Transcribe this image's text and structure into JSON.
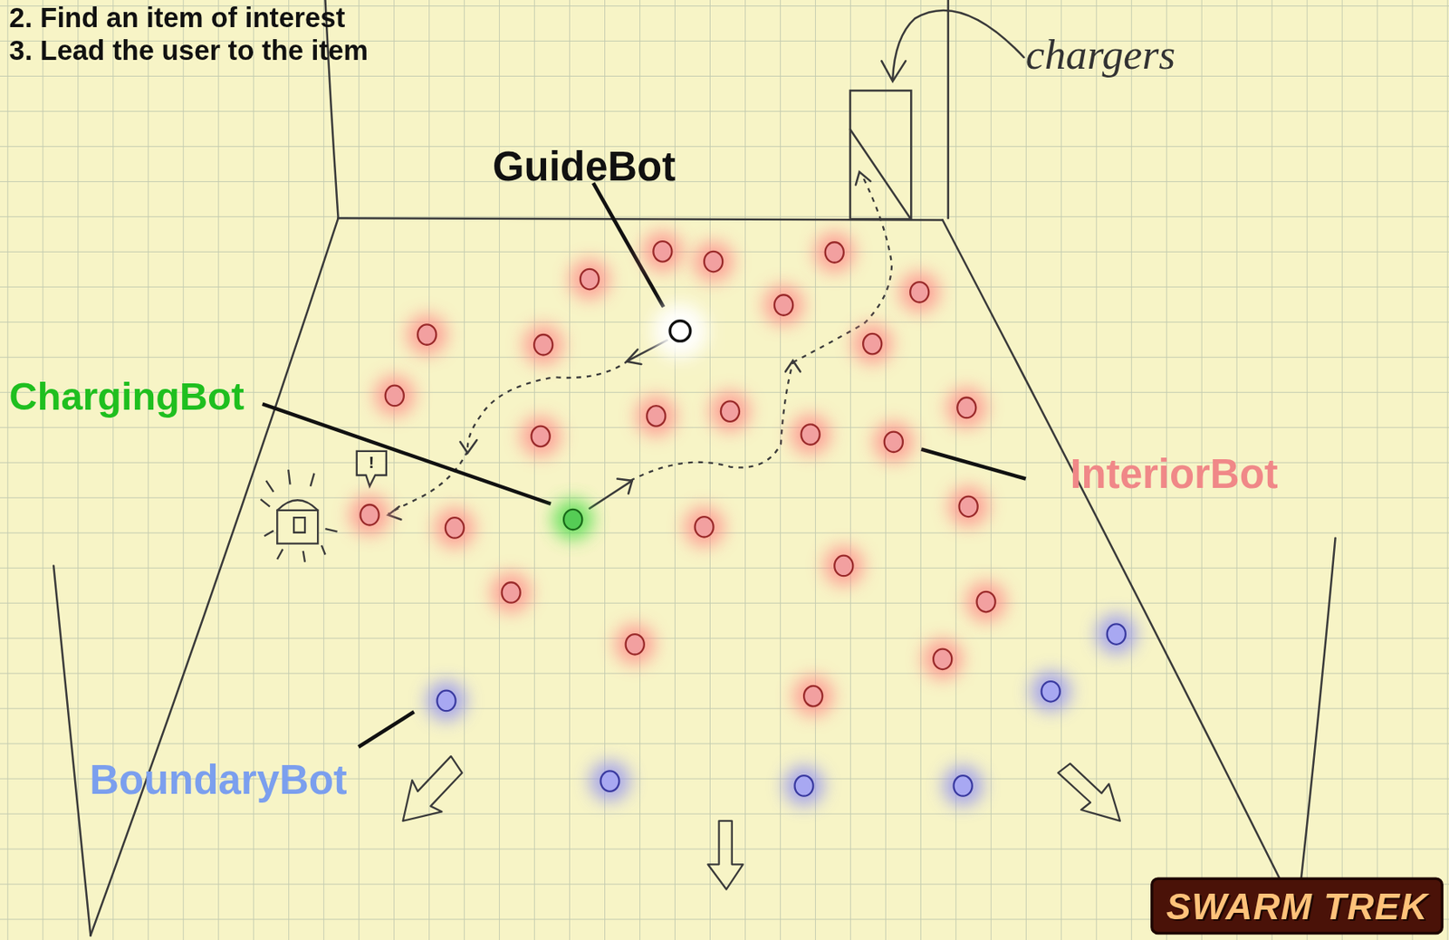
{
  "diagram": {
    "labels": [
      "2. Find an item of interest",
      "3. Lead the user to the item",
      "chargers",
      "GuideBot",
      "!",
      "ChargingBot",
      "InteriorBot",
      "BoundaryBot",
      "SWARM TREK"
    ]
  }
}
